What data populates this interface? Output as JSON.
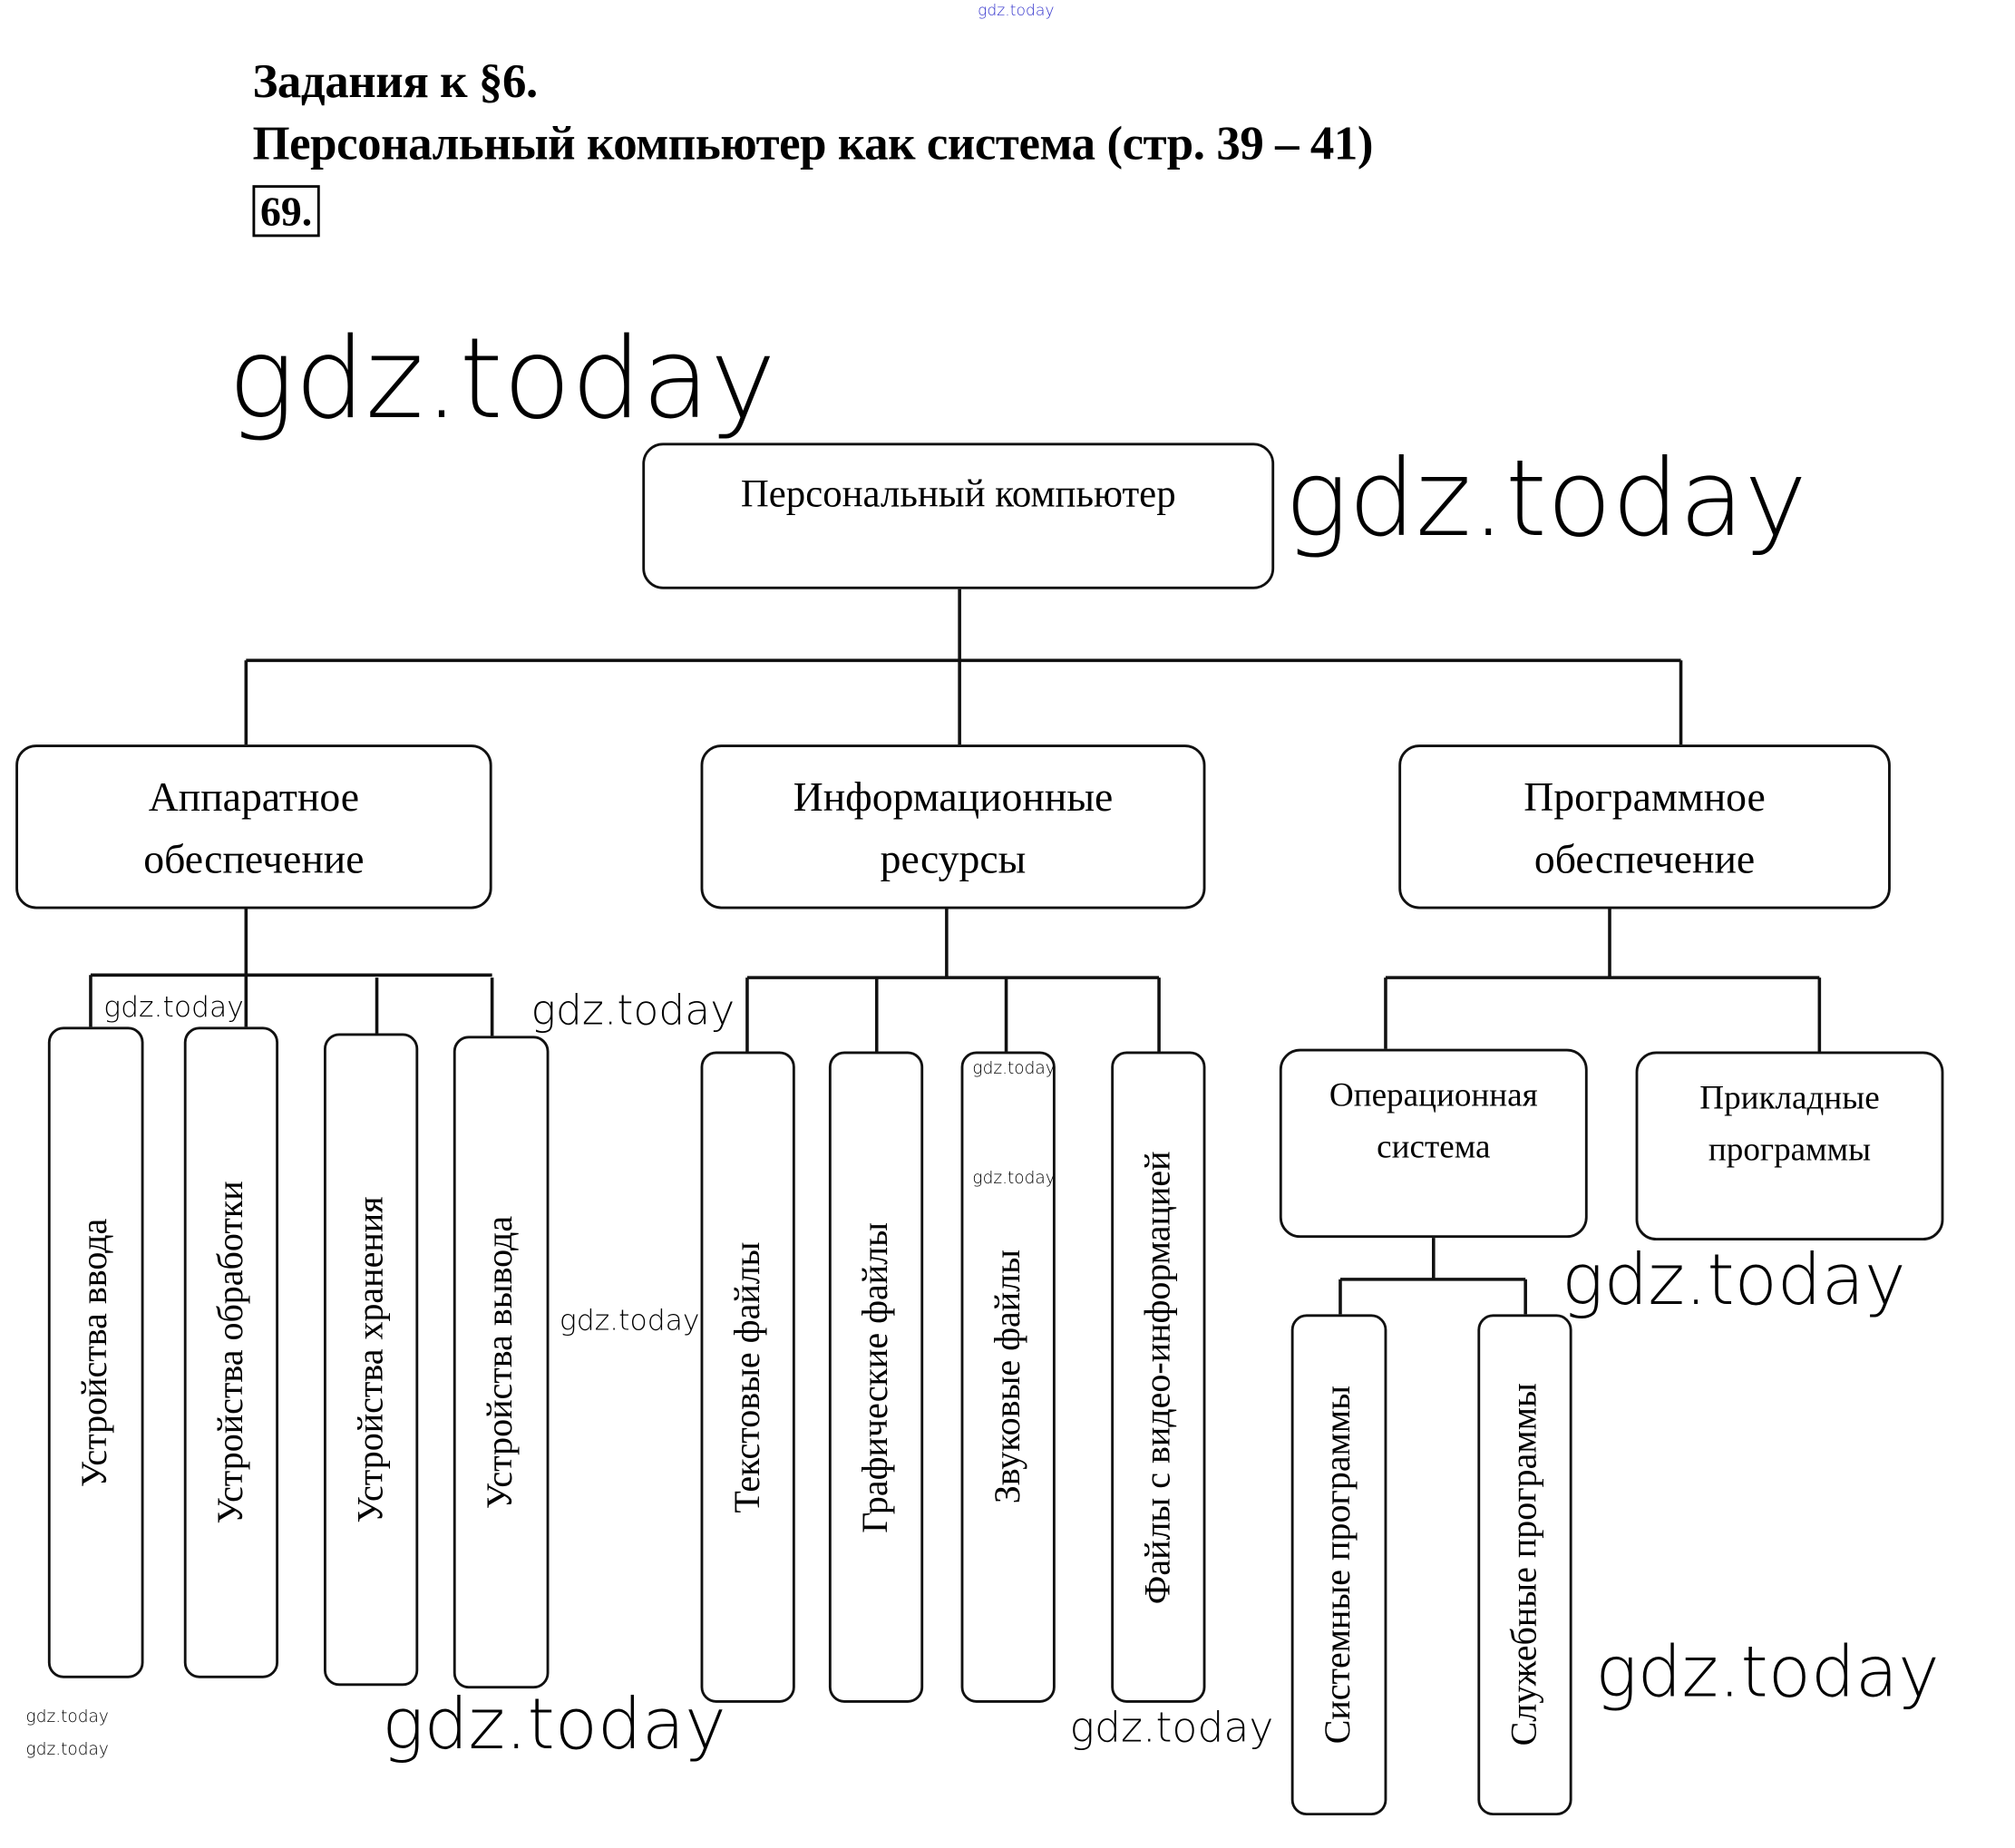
{
  "watermark": "gdz.today",
  "header": {
    "line1": "Задания к §6.",
    "line2": "Персональный компьютер как система (стр. 39 – 41)",
    "task_number": "69."
  },
  "root": "Персональный компьютер",
  "branches": {
    "hardware": {
      "line1": "Аппаратное",
      "line2": "обеспечение",
      "children": [
        "Устройства ввода",
        "Устройства обработки",
        "Устройства хранения",
        "Устройства вывода"
      ]
    },
    "info": {
      "line1": "Информационные",
      "line2": "ресурсы",
      "children": [
        "Текстовые файлы",
        "Графические файлы",
        "Звуковые файлы",
        "Файлы с видео-информацией"
      ]
    },
    "software": {
      "line1": "Программное",
      "line2": "обеспечение",
      "os": {
        "line1": "Операционная",
        "line2": "система",
        "children": [
          "Системные программы",
          "Служебные программы"
        ]
      },
      "applied": {
        "line1": "Прикладные",
        "line2": "программы"
      }
    }
  }
}
